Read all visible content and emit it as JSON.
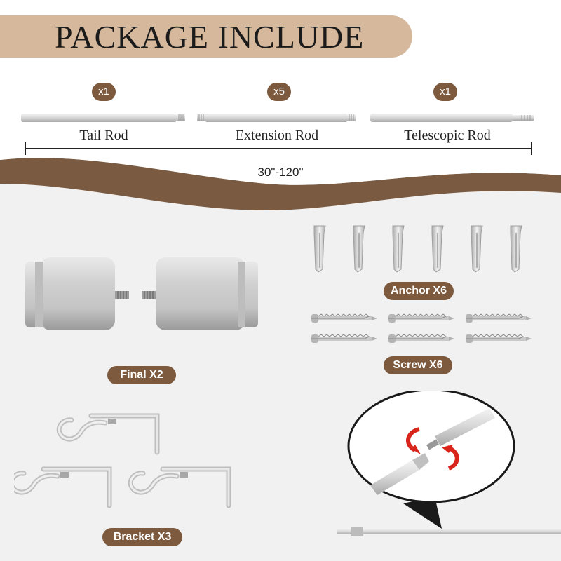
{
  "header": {
    "title": "PACKAGE INCLUDE"
  },
  "rods": [
    {
      "qty": "x1",
      "label": "Tail Rod"
    },
    {
      "qty": "x5",
      "label": "Extension Rod"
    },
    {
      "qty": "x1",
      "label": "Telescopic Rod"
    }
  ],
  "dimension": {
    "label": "30\"-120\""
  },
  "parts": {
    "anchor": "Anchor X6",
    "screw": "Screw X6",
    "final": "Final X2",
    "bracket": "Bracket X3"
  },
  "colors": {
    "header_band": "#d6b89c",
    "badge_brown": "#7d5a3e",
    "wave_brown": "#7a5a40",
    "background_lower": "#f1f1f1",
    "rotate_arrow_red": "#d9241c"
  }
}
